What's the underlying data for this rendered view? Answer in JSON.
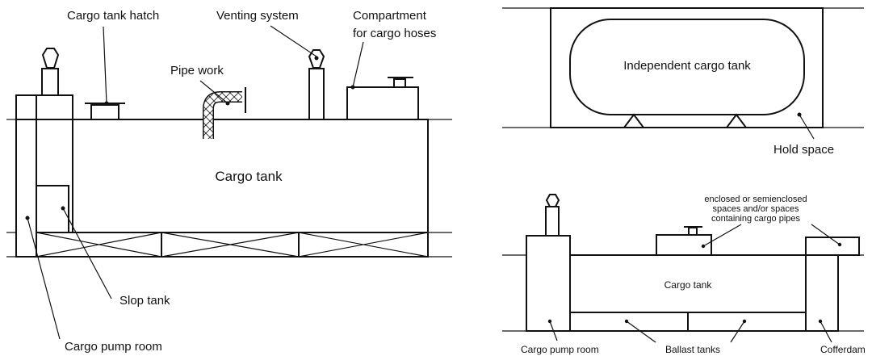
{
  "left_diagram": {
    "labels": {
      "cargo_tank_hatch": "Cargo tank hatch",
      "venting_system": "Venting system",
      "compartment_line1": "Compartment",
      "compartment_line2": "for cargo hoses",
      "pipe_work": "Pipe work",
      "cargo_tank": "Cargo tank",
      "slop_tank": "Slop tank",
      "cargo_pump_room": "Cargo pump room"
    }
  },
  "top_right_diagram": {
    "labels": {
      "independent_cargo_tank": "Independent cargo tank",
      "hold_space": "Hold space"
    }
  },
  "bottom_right_diagram": {
    "labels": {
      "enclosed_line1": "enclosed or semienclosed",
      "enclosed_line2": "spaces and/or spaces",
      "enclosed_line3": "containing cargo pipes",
      "cargo_tank": "Cargo tank",
      "cargo_pump_room": "Cargo pump room",
      "ballast_tanks": "Ballast tanks",
      "cofferdam": "Cofferdam"
    }
  }
}
